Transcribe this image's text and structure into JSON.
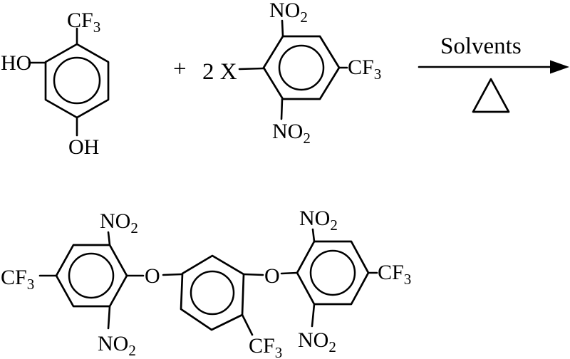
{
  "scheme": {
    "colors": {
      "ink": "#000000",
      "background": "#ffffff"
    },
    "reactants": {
      "diol": {
        "cf3_top": {
          "main": "CF",
          "sub": "3"
        },
        "ho_left": "HO",
        "oh_bottom": "OH"
      },
      "plus_sign": "+",
      "halide": {
        "coefficient": "2 X",
        "no2_top": {
          "main": "NO",
          "sub": "2"
        },
        "cf3_right": {
          "main": "CF",
          "sub": "3"
        },
        "no2_bottom": {
          "main": "NO",
          "sub": "2"
        }
      }
    },
    "conditions": {
      "above_arrow": "Solvents",
      "below_arrow_symbol": "heat-triangle"
    },
    "product": {
      "left_ring": {
        "cf3_left": {
          "main": "CF",
          "sub": "3"
        },
        "no2_top": {
          "main": "NO",
          "sub": "2"
        },
        "no2_bottom": {
          "main": "NO",
          "sub": "2"
        }
      },
      "ether_left": "O",
      "center_ring": {
        "cf3_bottom": {
          "main": "CF",
          "sub": "3"
        }
      },
      "ether_right": "O",
      "right_ring": {
        "no2_top": {
          "main": "NO",
          "sub": "2"
        },
        "cf3_right": {
          "main": "CF",
          "sub": "3"
        },
        "no2_bottom": {
          "main": "NO",
          "sub": "2"
        }
      }
    }
  }
}
